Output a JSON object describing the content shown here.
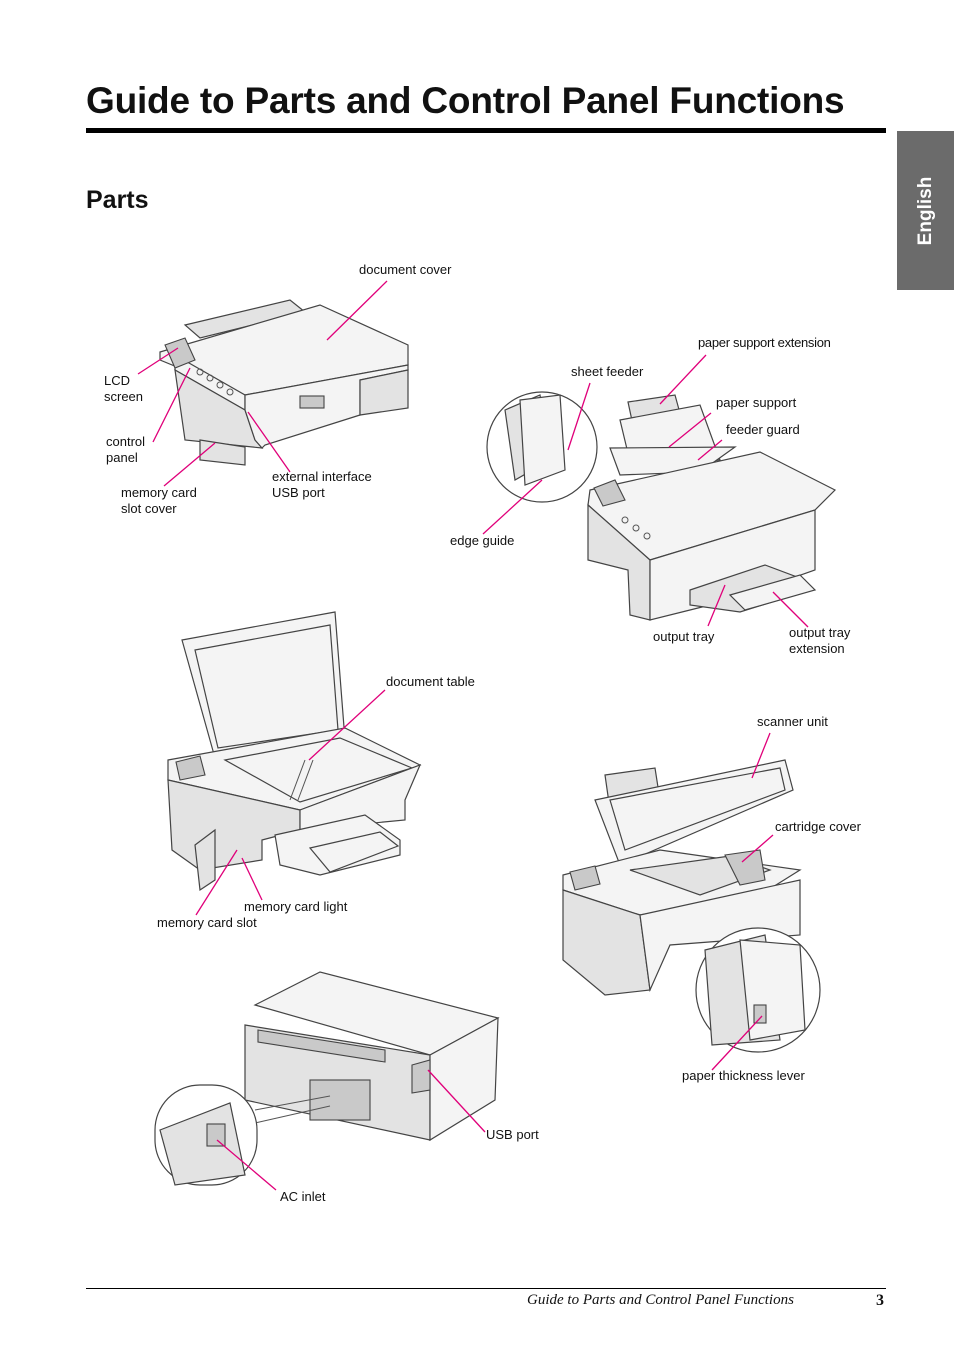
{
  "page": {
    "title": "Guide to Parts and Control Panel Functions",
    "section": "Parts",
    "side_tab": "English",
    "footer_text": "Guide to Parts and Control Panel Functions",
    "page_number": "3"
  },
  "labels": {
    "document_cover": "document cover",
    "lcd_screen": "LCD\nscreen",
    "control_panel": "control\npanel",
    "memory_card_slot_cover": "memory card\nslot cover",
    "external_interface_usb_port": "external interface\nUSB port",
    "paper_support_extension": "paper support extension",
    "sheet_feeder": "sheet feeder",
    "paper_support": "paper support",
    "feeder_guard": "feeder guard",
    "edge_guide": "edge guide",
    "output_tray": "output tray",
    "output_tray_extension": "output tray\nextension",
    "document_table": "document table",
    "scanner_unit": "scanner unit",
    "cartridge_cover": "cartridge cover",
    "memory_card_light": "memory card light",
    "memory_card_slot": "memory card slot",
    "paper_thickness_lever": "paper thickness lever",
    "usb_port": "USB port",
    "ac_inlet": "AC inlet"
  },
  "colors": {
    "leader_line": "#e0007a",
    "side_tab_bg": "#6b6b6b",
    "rule": "#000000"
  }
}
